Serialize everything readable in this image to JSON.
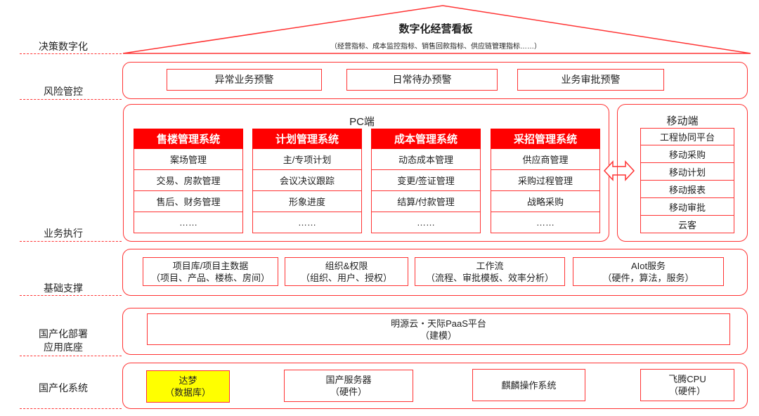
{
  "layers": [
    "决策数字化",
    "风险管控",
    "业务执行",
    "基础支撑",
    "国产化部署",
    "应用底座",
    "国产化系统"
  ],
  "dashboard": {
    "title": "数字化经营看板",
    "subtitle": "（经营指标、成本监控指标、销售回款指标、供应链管理指标……）"
  },
  "risk": [
    "异常业务预警",
    "日常待办预警",
    "业务审批预警"
  ],
  "pc": {
    "title": "PC端",
    "systems": [
      {
        "name": "售楼管理系统",
        "items": [
          "案场管理",
          "交易、房款管理",
          "售后、财务管理",
          "……"
        ]
      },
      {
        "name": "计划管理系统",
        "items": [
          "主/专项计划",
          "会议决议跟踪",
          "形象进度",
          "……"
        ]
      },
      {
        "name": "成本管理系统",
        "items": [
          "动态成本管理",
          "变更/签证管理",
          "结算/付款管理",
          "……"
        ]
      },
      {
        "name": "采招管理系统",
        "items": [
          "供应商管理",
          "采购过程管理",
          "战略采购",
          "……"
        ]
      }
    ]
  },
  "mobile": {
    "title": "移动端",
    "items": [
      "工程协同平台",
      "移动采购",
      "移动计划",
      "移动报表",
      "移动审批",
      "云客"
    ]
  },
  "foundation": [
    {
      "l1": "项目库/项目主数据",
      "l2": "（项目、产品、楼栋、房间）"
    },
    {
      "l1": "组织&权限",
      "l2": "（组织、用户、授权）"
    },
    {
      "l1": "工作流",
      "l2": "（流程、审批模板、效率分析）"
    },
    {
      "l1": "AIot服务",
      "l2": "（硬件，算法，服务）"
    }
  ],
  "platform": {
    "l1": "明源云・天际PaaS平台",
    "l2": "（建模）"
  },
  "domestic": [
    {
      "l1": "达梦",
      "l2": "（数据库）"
    },
    {
      "l1": "国产服务器",
      "l2": "（硬件）"
    },
    {
      "l1": "麒麟操作系统",
      "l2": ""
    },
    {
      "l1": "飞腾CPU",
      "l2": "（硬件）"
    }
  ],
  "colors": {
    "accent": "#ff0000",
    "highlight": "#ffff00"
  }
}
